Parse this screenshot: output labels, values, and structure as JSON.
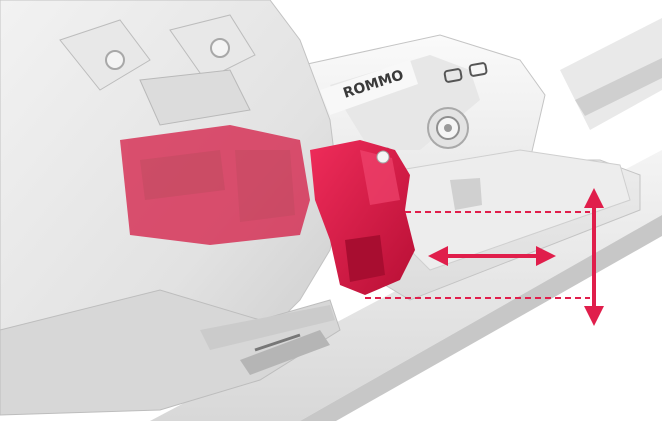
{
  "image": {
    "subject": "ski-binding-adjustment",
    "binding_logo_text": "ROMMO",
    "colors": {
      "background": "#ffffff",
      "boot_light": "#ececec",
      "boot_mid": "#d9d9d9",
      "boot_shadow": "#bdbdbd",
      "binding_light": "#f3f3f3",
      "binding_dark": "#2b2b2b",
      "accent": "#e01e4b",
      "accent_translucent": "#d4143f"
    },
    "arrows": {
      "horizontal": "bidirectional-horizontal-arrow",
      "vertical": "bidirectional-vertical-arrow"
    }
  }
}
